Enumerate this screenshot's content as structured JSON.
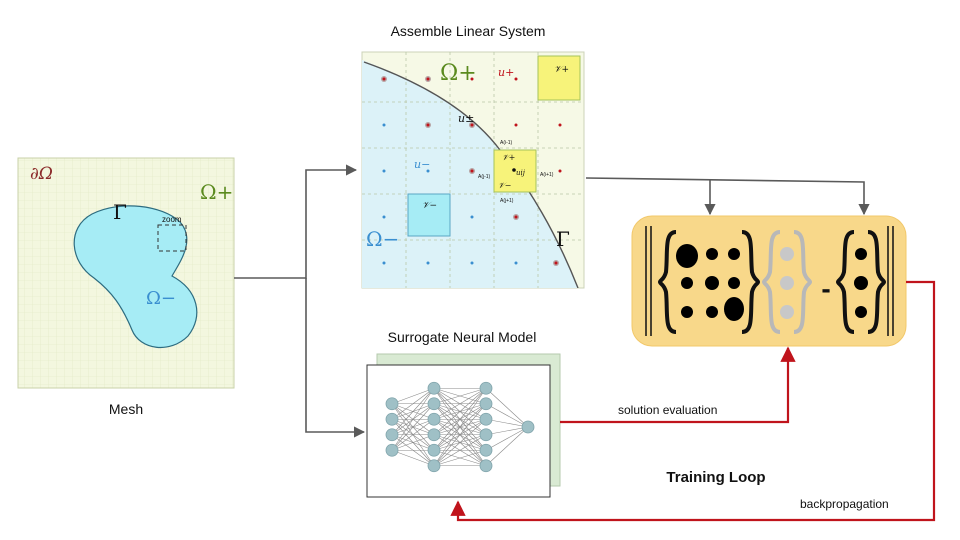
{
  "mesh": {
    "boundary_label": "∂Ω",
    "outer_domain": "Ω+",
    "inner_domain": "Ω−",
    "interface": "Γ",
    "zoom_label": "zoom",
    "caption": "Mesh"
  },
  "linear_system": {
    "title": "Assemble Linear System",
    "omega_plus": "Ω+",
    "omega_minus": "Ω−",
    "u_minus": "u−",
    "u_plus": "u+",
    "u_pm": "u±",
    "gamma": "Γ",
    "cell_plus_label": "𝒱+",
    "cell_minus_label": "𝒱−",
    "center_plus_label": "𝒱+",
    "center_minus_label": "𝒱−",
    "u_center": "uij",
    "small_labels": [
      "A(i-1)",
      "A(i+1)",
      "A(j-1)",
      "A(j+1)"
    ]
  },
  "surrogate": {
    "title": "Surrogate Neural Model",
    "layers": [
      4,
      6,
      6,
      1
    ]
  },
  "loss": {
    "minus_sign": "-"
  },
  "edges": {
    "solution_evaluation": "solution evaluation",
    "training_loop": "Training Loop",
    "backpropagation": "backpropagation"
  },
  "colors": {
    "mesh_bg": "#f3f7df",
    "domain_fill": "#a6ecf5",
    "omega_plus_green": "#5a8a1e",
    "omega_minus_blue": "#3a8fd0",
    "loss_panel": "#f8d88a",
    "training_red": "#c0141c",
    "arrow_gray": "#5a5a5a",
    "net_node": "#9fc0c6",
    "panel_back": "#d9ead3"
  }
}
